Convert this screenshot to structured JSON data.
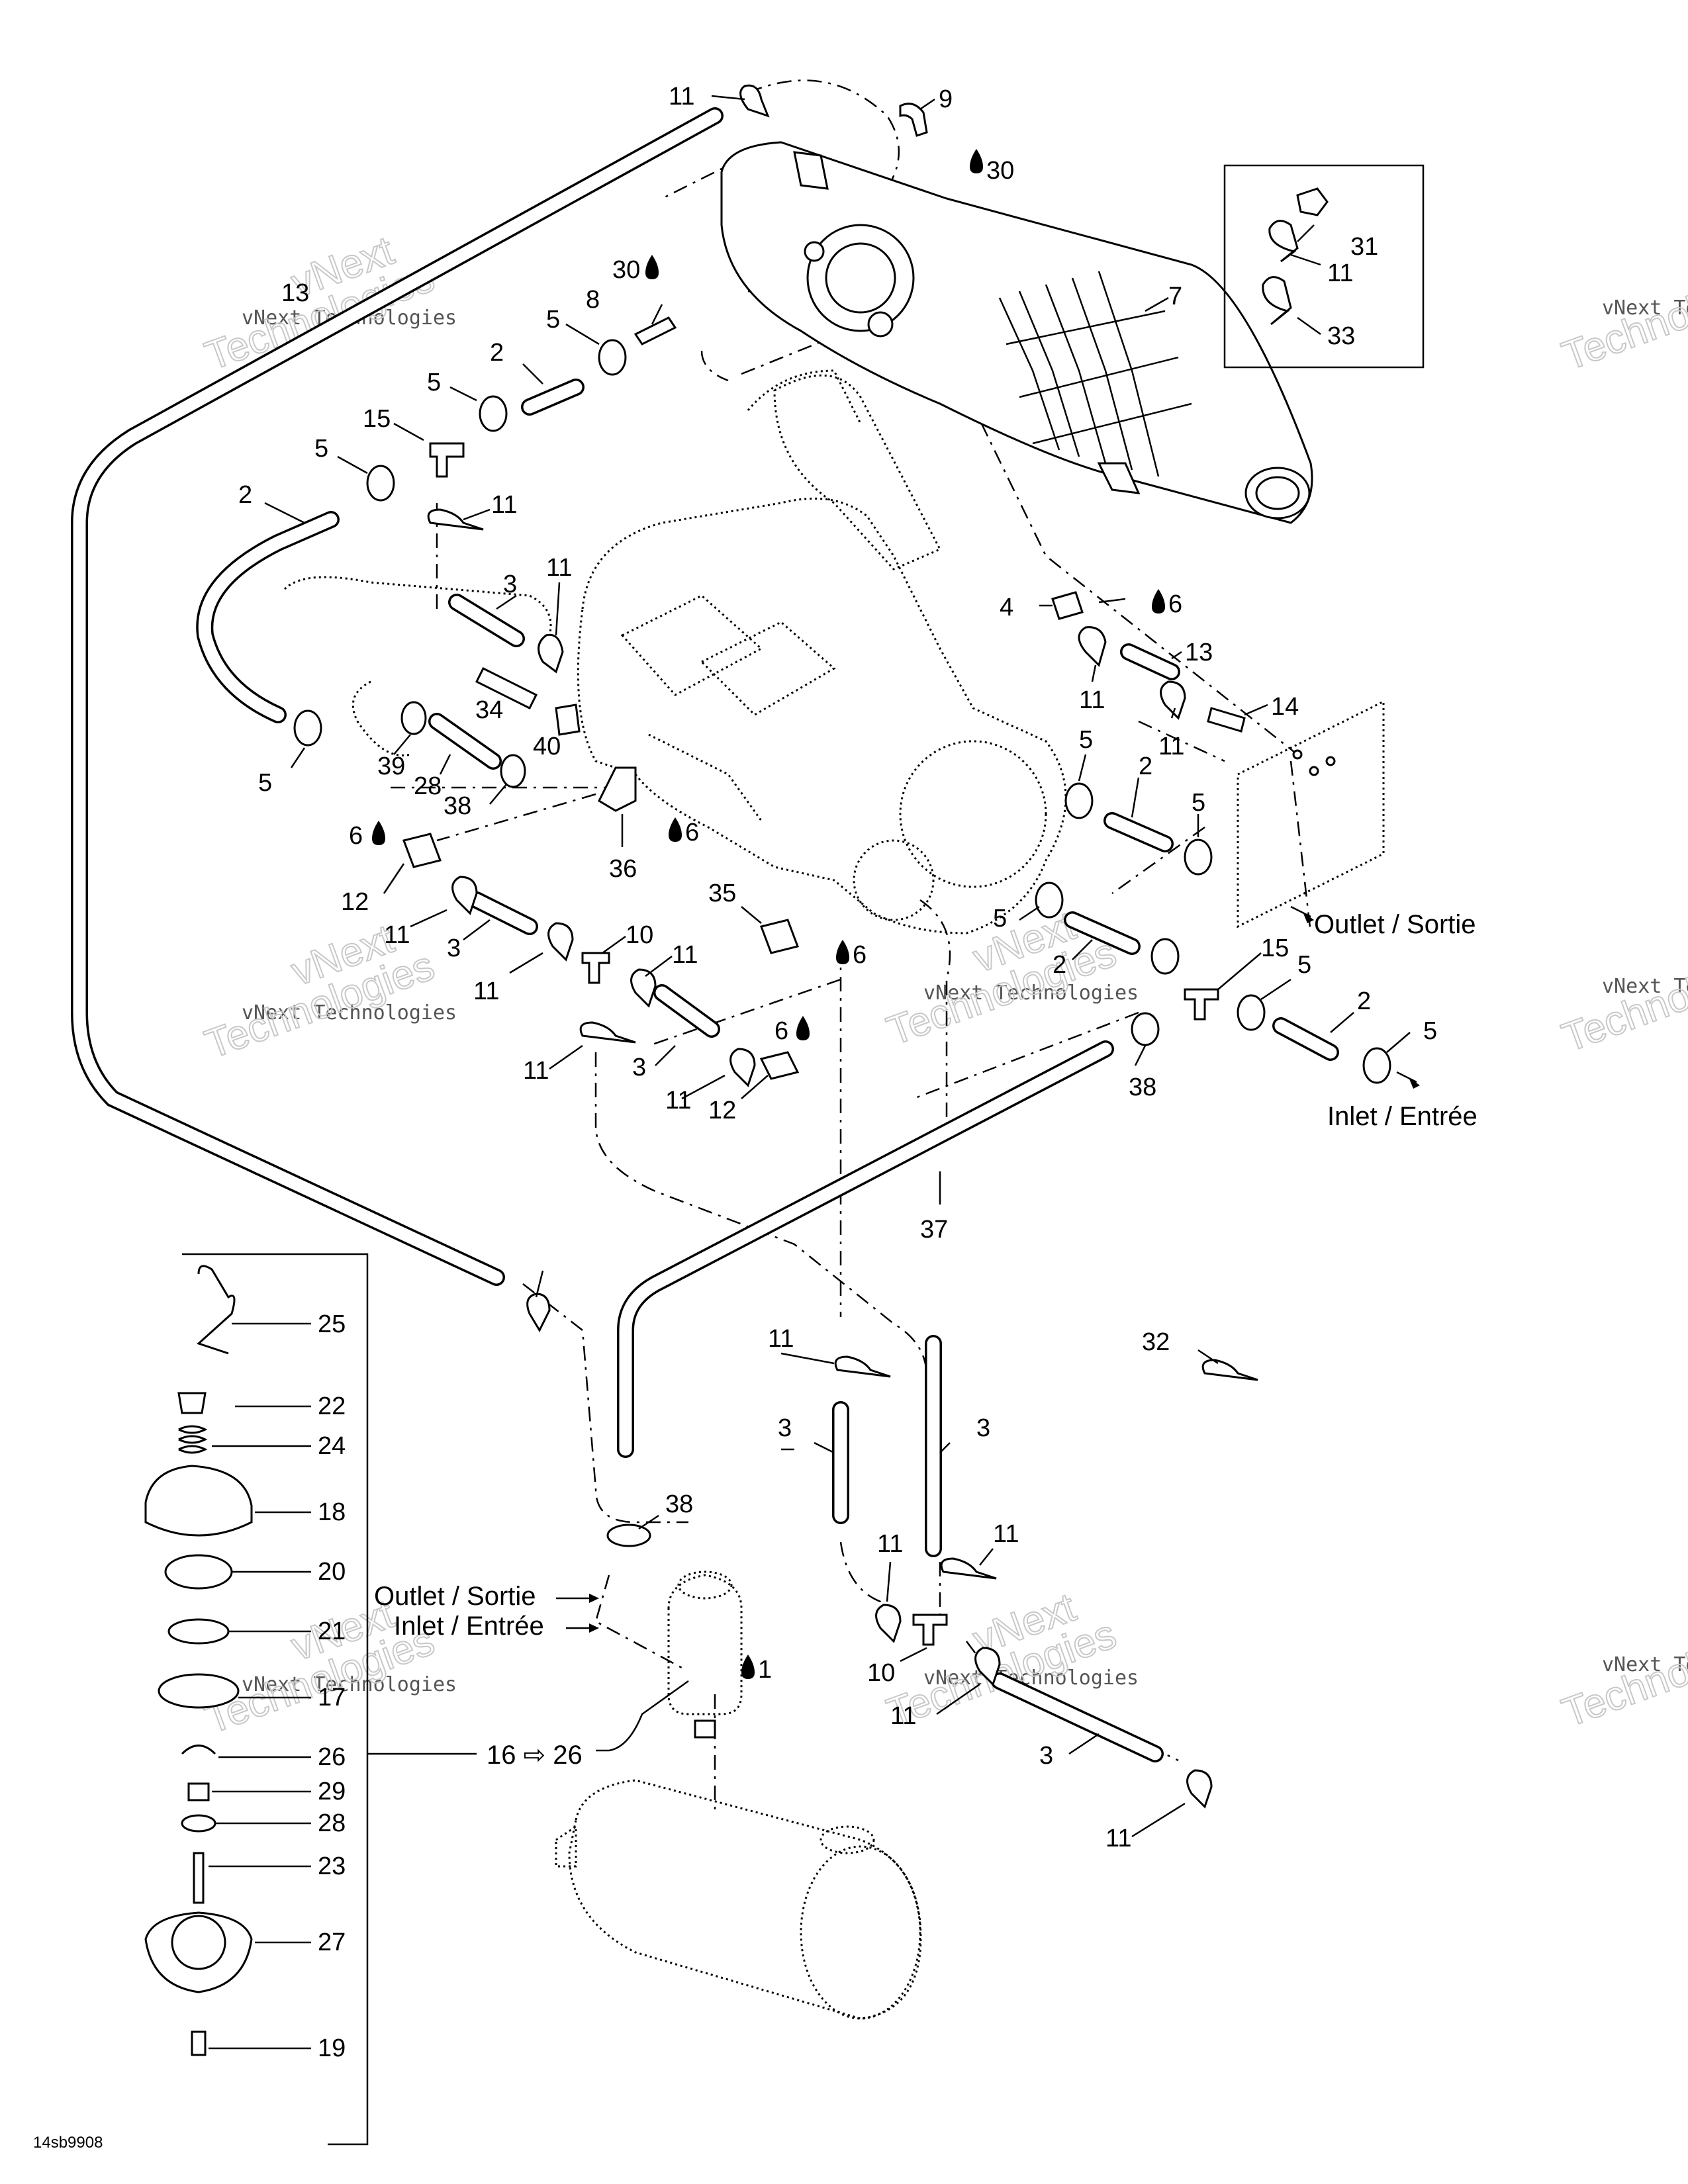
{
  "diagram": {
    "drawing_code": "14sb9908",
    "watermark": {
      "company": "vNext Technologies",
      "line1": "vNext",
      "line2": "Technologies"
    },
    "inset_parts": [
      "31",
      "11",
      "33"
    ],
    "notes": {
      "outlet_upper": "Outlet / Sortie",
      "inlet_upper": "Inlet / Entrée",
      "outlet_lower": "Outlet / Sortie",
      "inlet_lower": "Inlet / Entrée",
      "range": "16 ⇨ 26"
    },
    "lubricant_callouts": [
      "30",
      "30",
      "6",
      "6",
      "6",
      "6",
      "6",
      "1"
    ],
    "callouts": [
      "11",
      "9",
      "13",
      "30",
      "8",
      "5",
      "2",
      "5",
      "15",
      "5",
      "2",
      "7",
      "11",
      "3",
      "11",
      "34",
      "40",
      "39",
      "28",
      "38",
      "5",
      "4",
      "13",
      "11",
      "14",
      "11",
      "5",
      "2",
      "5",
      "36",
      "12",
      "11",
      "3",
      "11",
      "10",
      "11",
      "35",
      "5",
      "2",
      "15",
      "5",
      "2",
      "5",
      "38",
      "37",
      "12",
      "11",
      "3",
      "11",
      "32",
      "25",
      "22",
      "24",
      "18",
      "20",
      "21",
      "17",
      "26",
      "29",
      "28",
      "23",
      "27",
      "19",
      "38",
      "11",
      "3",
      "3",
      "11",
      "11",
      "10",
      "11",
      "3",
      "11",
      "31",
      "11",
      "33"
    ]
  }
}
